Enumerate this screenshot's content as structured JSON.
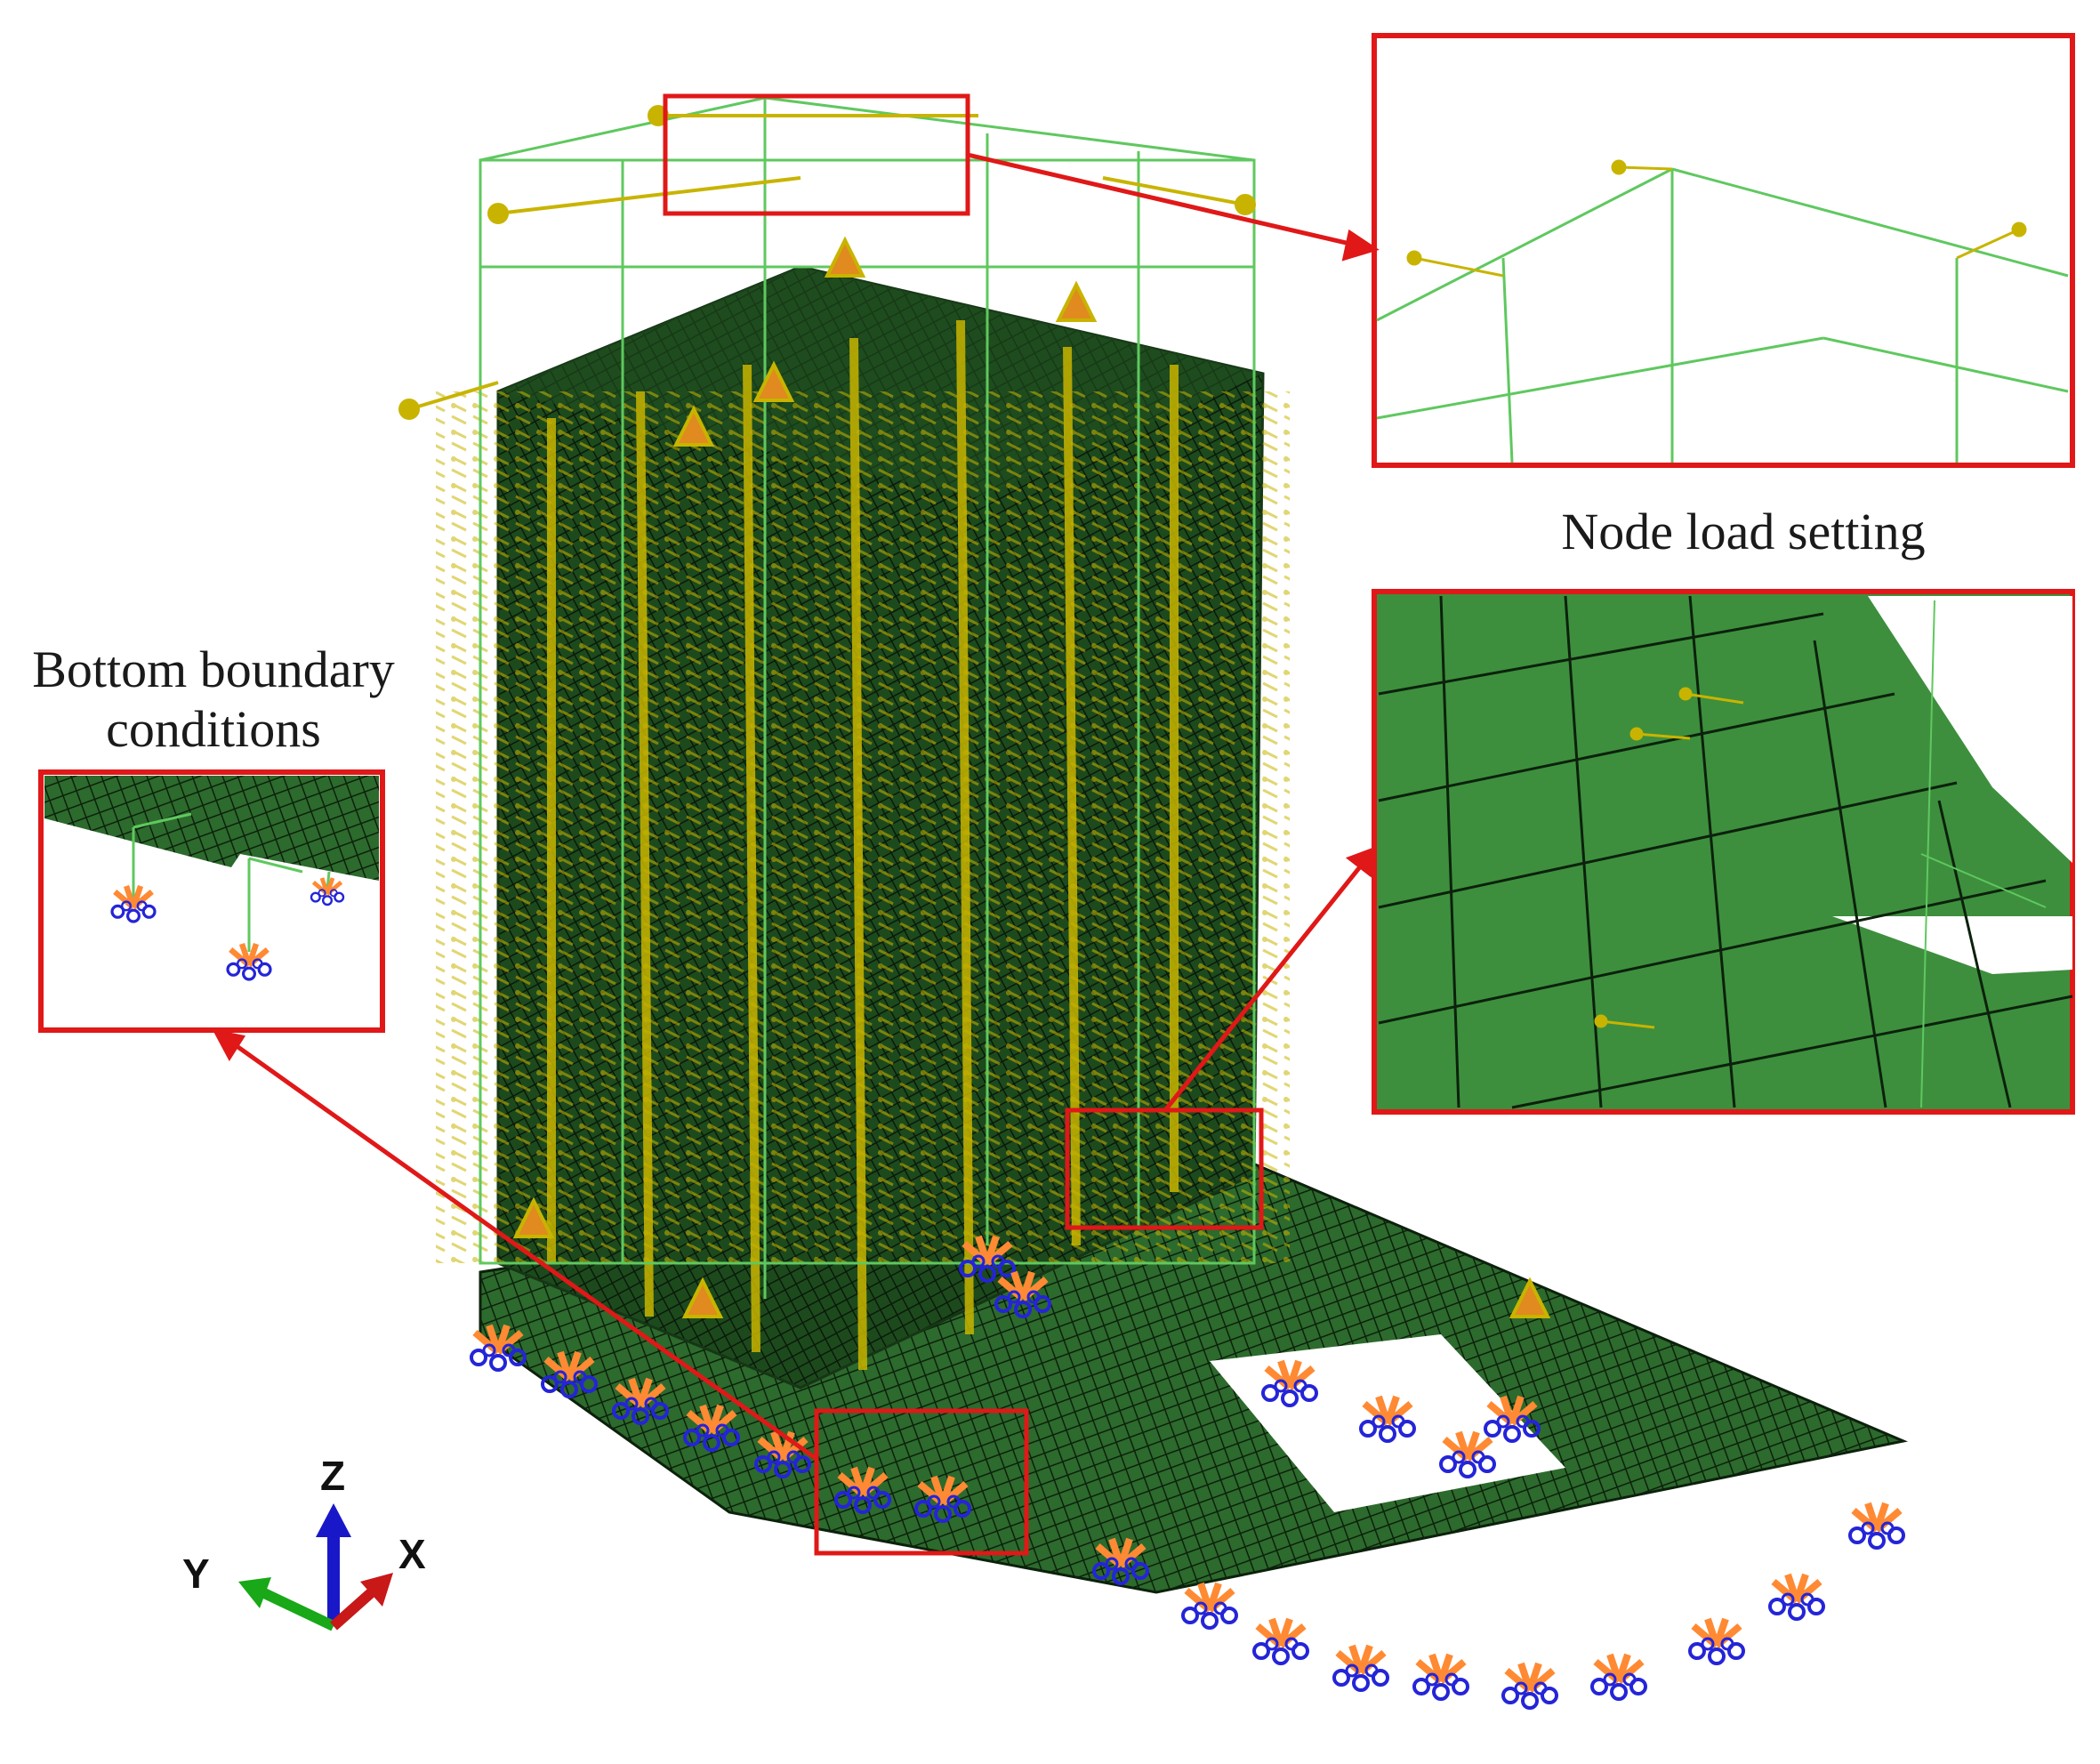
{
  "captions": {
    "node_load_setting": "Node load setting",
    "bottom_boundary_line1": "Bottom boundary",
    "bottom_boundary_line2": "conditions"
  },
  "axis_triad": {
    "z": "Z",
    "y": "Y",
    "x": "X"
  },
  "colors": {
    "mesh_green": "#3d8f3d",
    "mesh_dark": "#163616",
    "frame_line": "#5fc85f",
    "load_yellow": "#c8b400",
    "constraint_orange": "#ff8a33",
    "constraint_blue": "#2424d8",
    "callout_red": "#e01818"
  }
}
